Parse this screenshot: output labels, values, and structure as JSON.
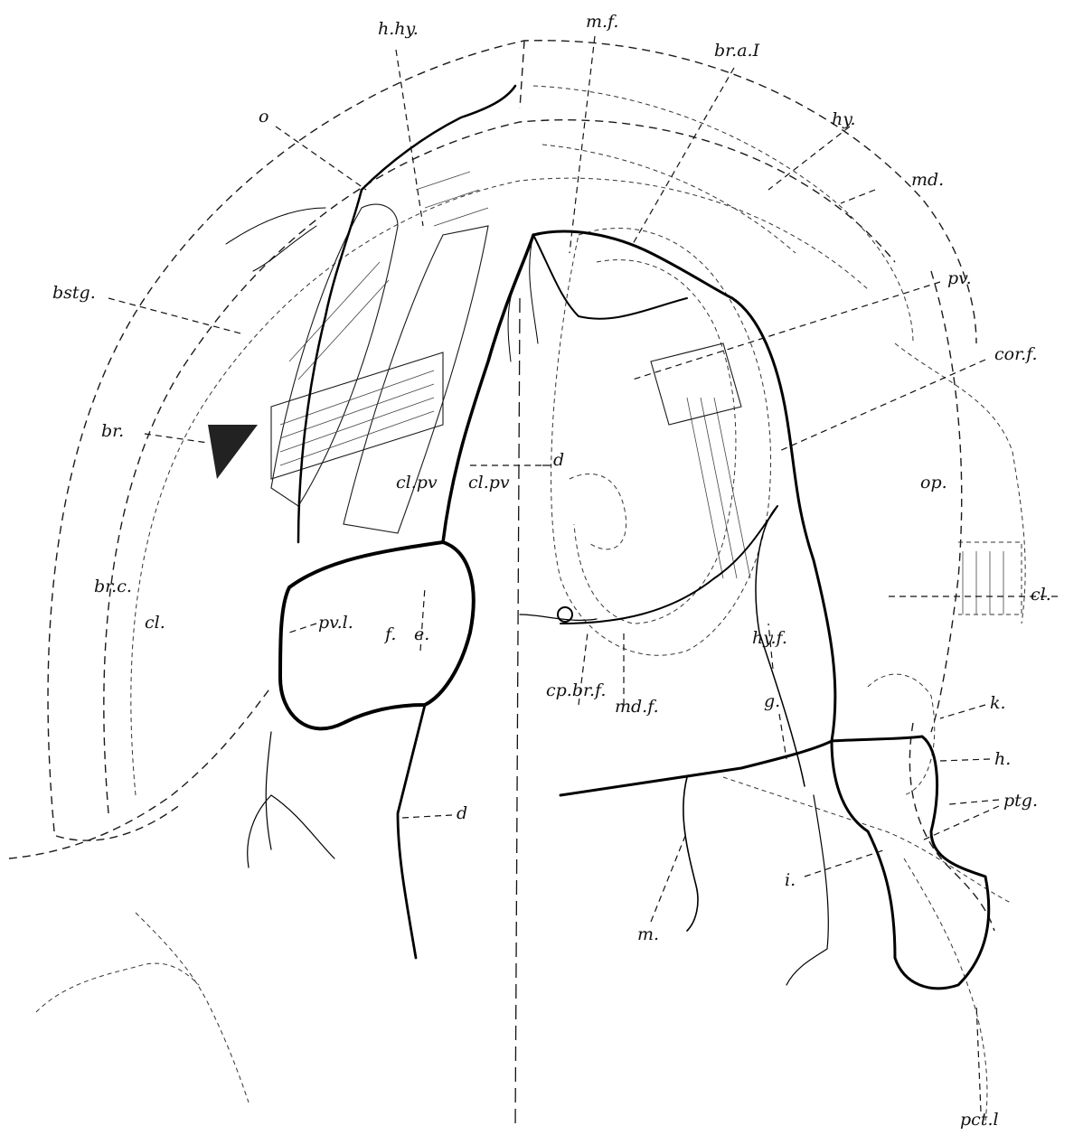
{
  "labels": {
    "h_hy": "h.hy.",
    "m_f": "m.f.",
    "br_a_I": "br.a.I",
    "o": "o",
    "hy": "hy.",
    "md": "md.",
    "bstg": "bstg.",
    "pv": "pv.",
    "cor_f": "cor.f.",
    "br": "br.",
    "d_upper": "d",
    "cl_pv_1": "cl.pv",
    "cl_pv_2": "cl.pv",
    "op": "op.",
    "cl_right": "cl.",
    "br_c": "br.c.",
    "cl_left": "cl.",
    "pv_l": "pv.l.",
    "f": "f.",
    "e": "e.",
    "hy_f": "hy.f.",
    "cp_br_f": "cp.br.f.",
    "md_f": "md.f.",
    "g": "g.",
    "k": "k.",
    "h": "h.",
    "ptg": "ptg.",
    "d_lower": "d",
    "m": "m.",
    "i": "i.",
    "pct_l": "pct.l"
  },
  "colors": {
    "ink": "#000000",
    "paper": "#ffffff"
  }
}
